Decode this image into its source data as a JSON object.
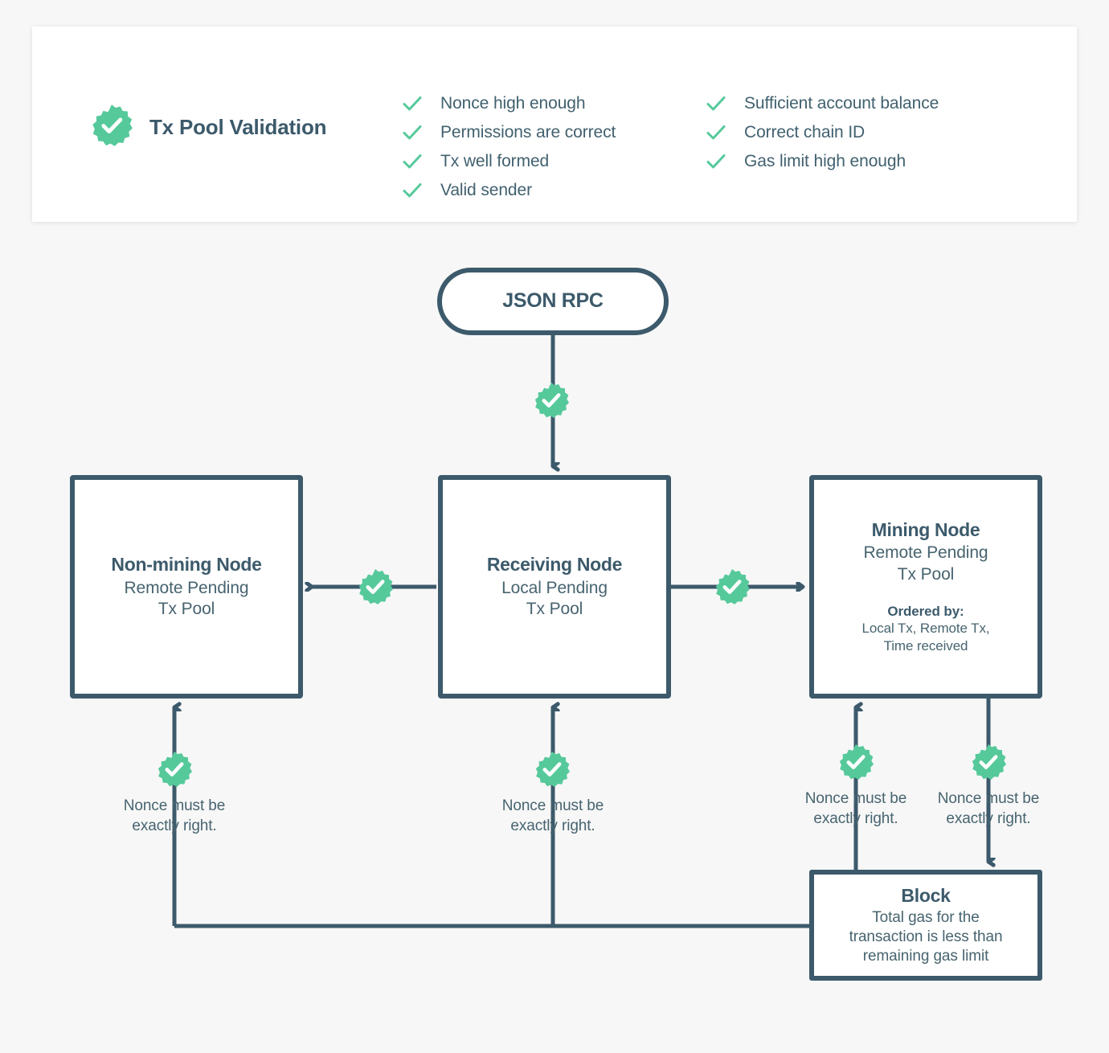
{
  "canvas": {
    "background": "#f7f7f7"
  },
  "colors": {
    "accent_green": "#56c99b",
    "navy": "#3c5a6b",
    "text_muted": "#47646f",
    "card_white": "#ffffff"
  },
  "header": {
    "badge_icon": "check-badge-icon",
    "title": "Tx Pool Validation",
    "checks_left": [
      "Nonce high enough",
      "Permissions are correct",
      "Tx well formed",
      "Valid sender"
    ],
    "checks_right": [
      "Sufficient account balance",
      "Correct chain ID",
      "Gas limit high enough"
    ]
  },
  "diagram": {
    "entry": {
      "title": "JSON RPC"
    },
    "nodes": [
      {
        "id": "non-mining-node",
        "title": "Non-mining Node",
        "subtitle": "Remote Pending\nTx Pool"
      },
      {
        "id": "receiving-node",
        "title": "Receiving Node",
        "subtitle": "Local Pending\nTx Pool"
      },
      {
        "id": "mining-node",
        "title": "Mining Node",
        "subtitle": "Remote Pending\nTx Pool",
        "ordered_by_label": "Ordered by:",
        "ordered_by_value": "Local Tx, Remote Tx,\nTime received"
      }
    ],
    "block": {
      "id": "block",
      "title": "Block",
      "subtitle": "Total gas for the\ntransaction is less than\nremaining gas limit"
    },
    "edge_notes": [
      "Nonce must be\nexactly right.",
      "Nonce must be\nexactly right.",
      "Nonce must be\nexactly right.",
      "Nonce must be\nexactly right."
    ],
    "edge_badges": [
      "check-badge-icon",
      "check-badge-icon",
      "check-badge-icon",
      "check-badge-icon",
      "check-badge-icon",
      "check-badge-icon",
      "check-badge-icon"
    ]
  }
}
